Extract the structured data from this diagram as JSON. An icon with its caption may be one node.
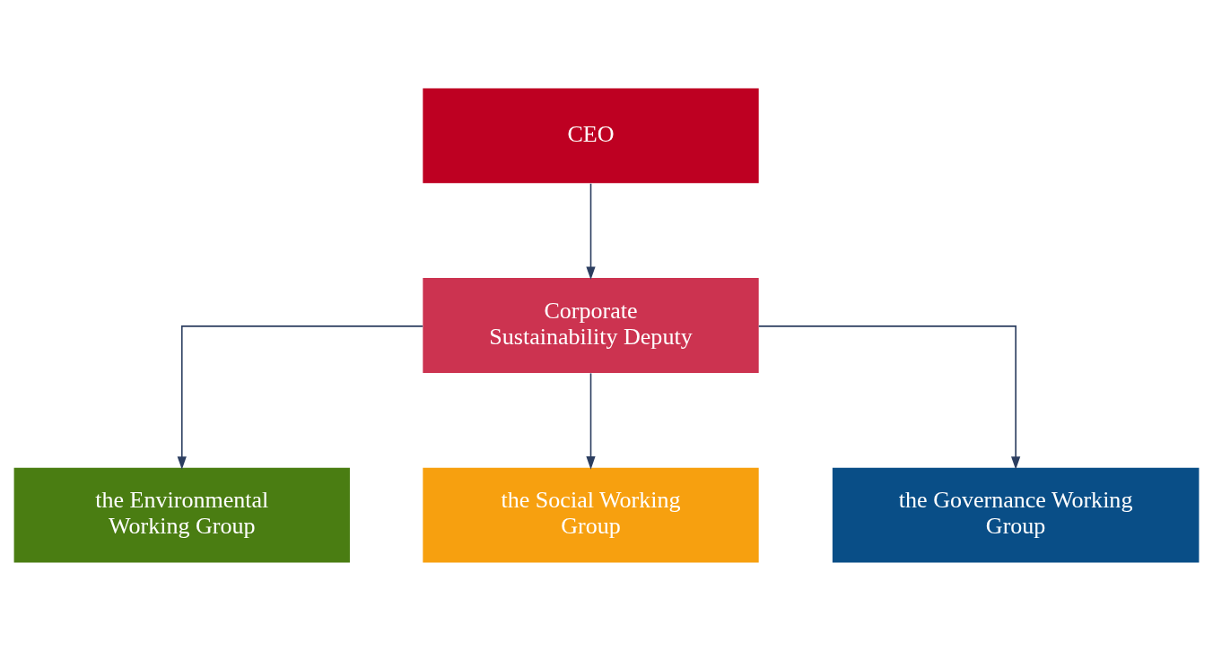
{
  "diagram": {
    "nodes": [
      {
        "text": [
          "CEO"
        ]
      },
      {
        "text": [
          "Corporate Sustainability Deputy"
        ]
      },
      {
        "text": [
          "the Environmental Working Group"
        ]
      },
      {
        "text": [
          "the Social Working Group"
        ]
      },
      {
        "text": [
          "the Governance Working Group"
        ]
      }
    ],
    "edges": [
      {
        "from": 0,
        "to": 1,
        "arrow": "to"
      },
      {
        "from": 1,
        "to": 2,
        "arrow": "to"
      },
      {
        "from": 1,
        "to": 3,
        "arrow": "to"
      },
      {
        "from": 1,
        "to": 4,
        "arrow": "to"
      }
    ]
  }
}
